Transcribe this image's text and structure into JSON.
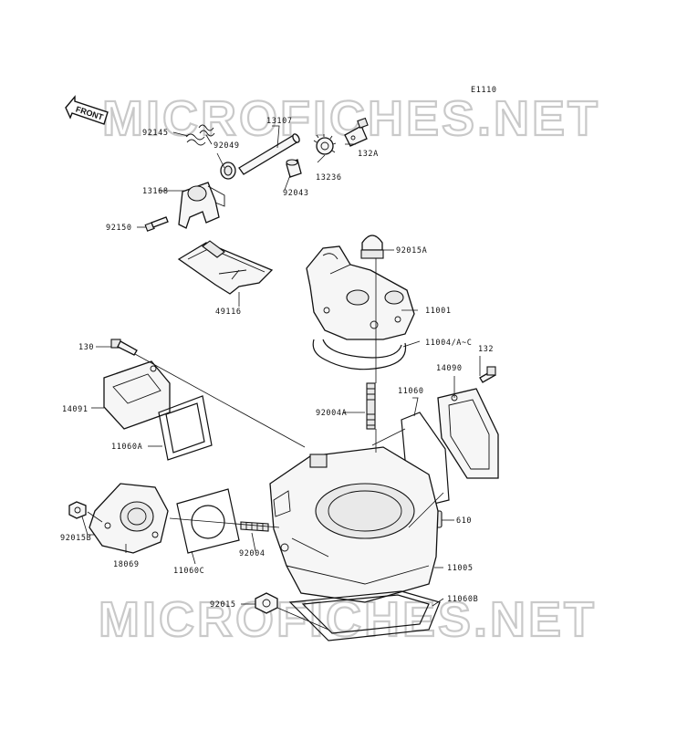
{
  "diagram_code": "E1110",
  "front_label": "FRONT",
  "watermark": "MICROFICHES.NET",
  "part_labels": {
    "p92145": "92145",
    "p92049": "92049",
    "p13107": "13107",
    "p132A": "132A",
    "p13236": "13236",
    "p92043": "92043",
    "p13168": "13168",
    "p92150": "92150",
    "p92015A": "92015A",
    "p49116": "49116",
    "p11001": "11001",
    "p11004": "11004/A~C",
    "p130": "130",
    "p132": "132",
    "p14090": "14090",
    "p14091": "14091",
    "p11060": "11060",
    "p92004A": "92004A",
    "p11060A": "11060A",
    "p610": "610",
    "p92015B": "92015B",
    "p92004": "92004",
    "p18069": "18069",
    "p11060C": "11060C",
    "p11005": "11005",
    "p92015": "92015",
    "p11060B": "11060B"
  }
}
